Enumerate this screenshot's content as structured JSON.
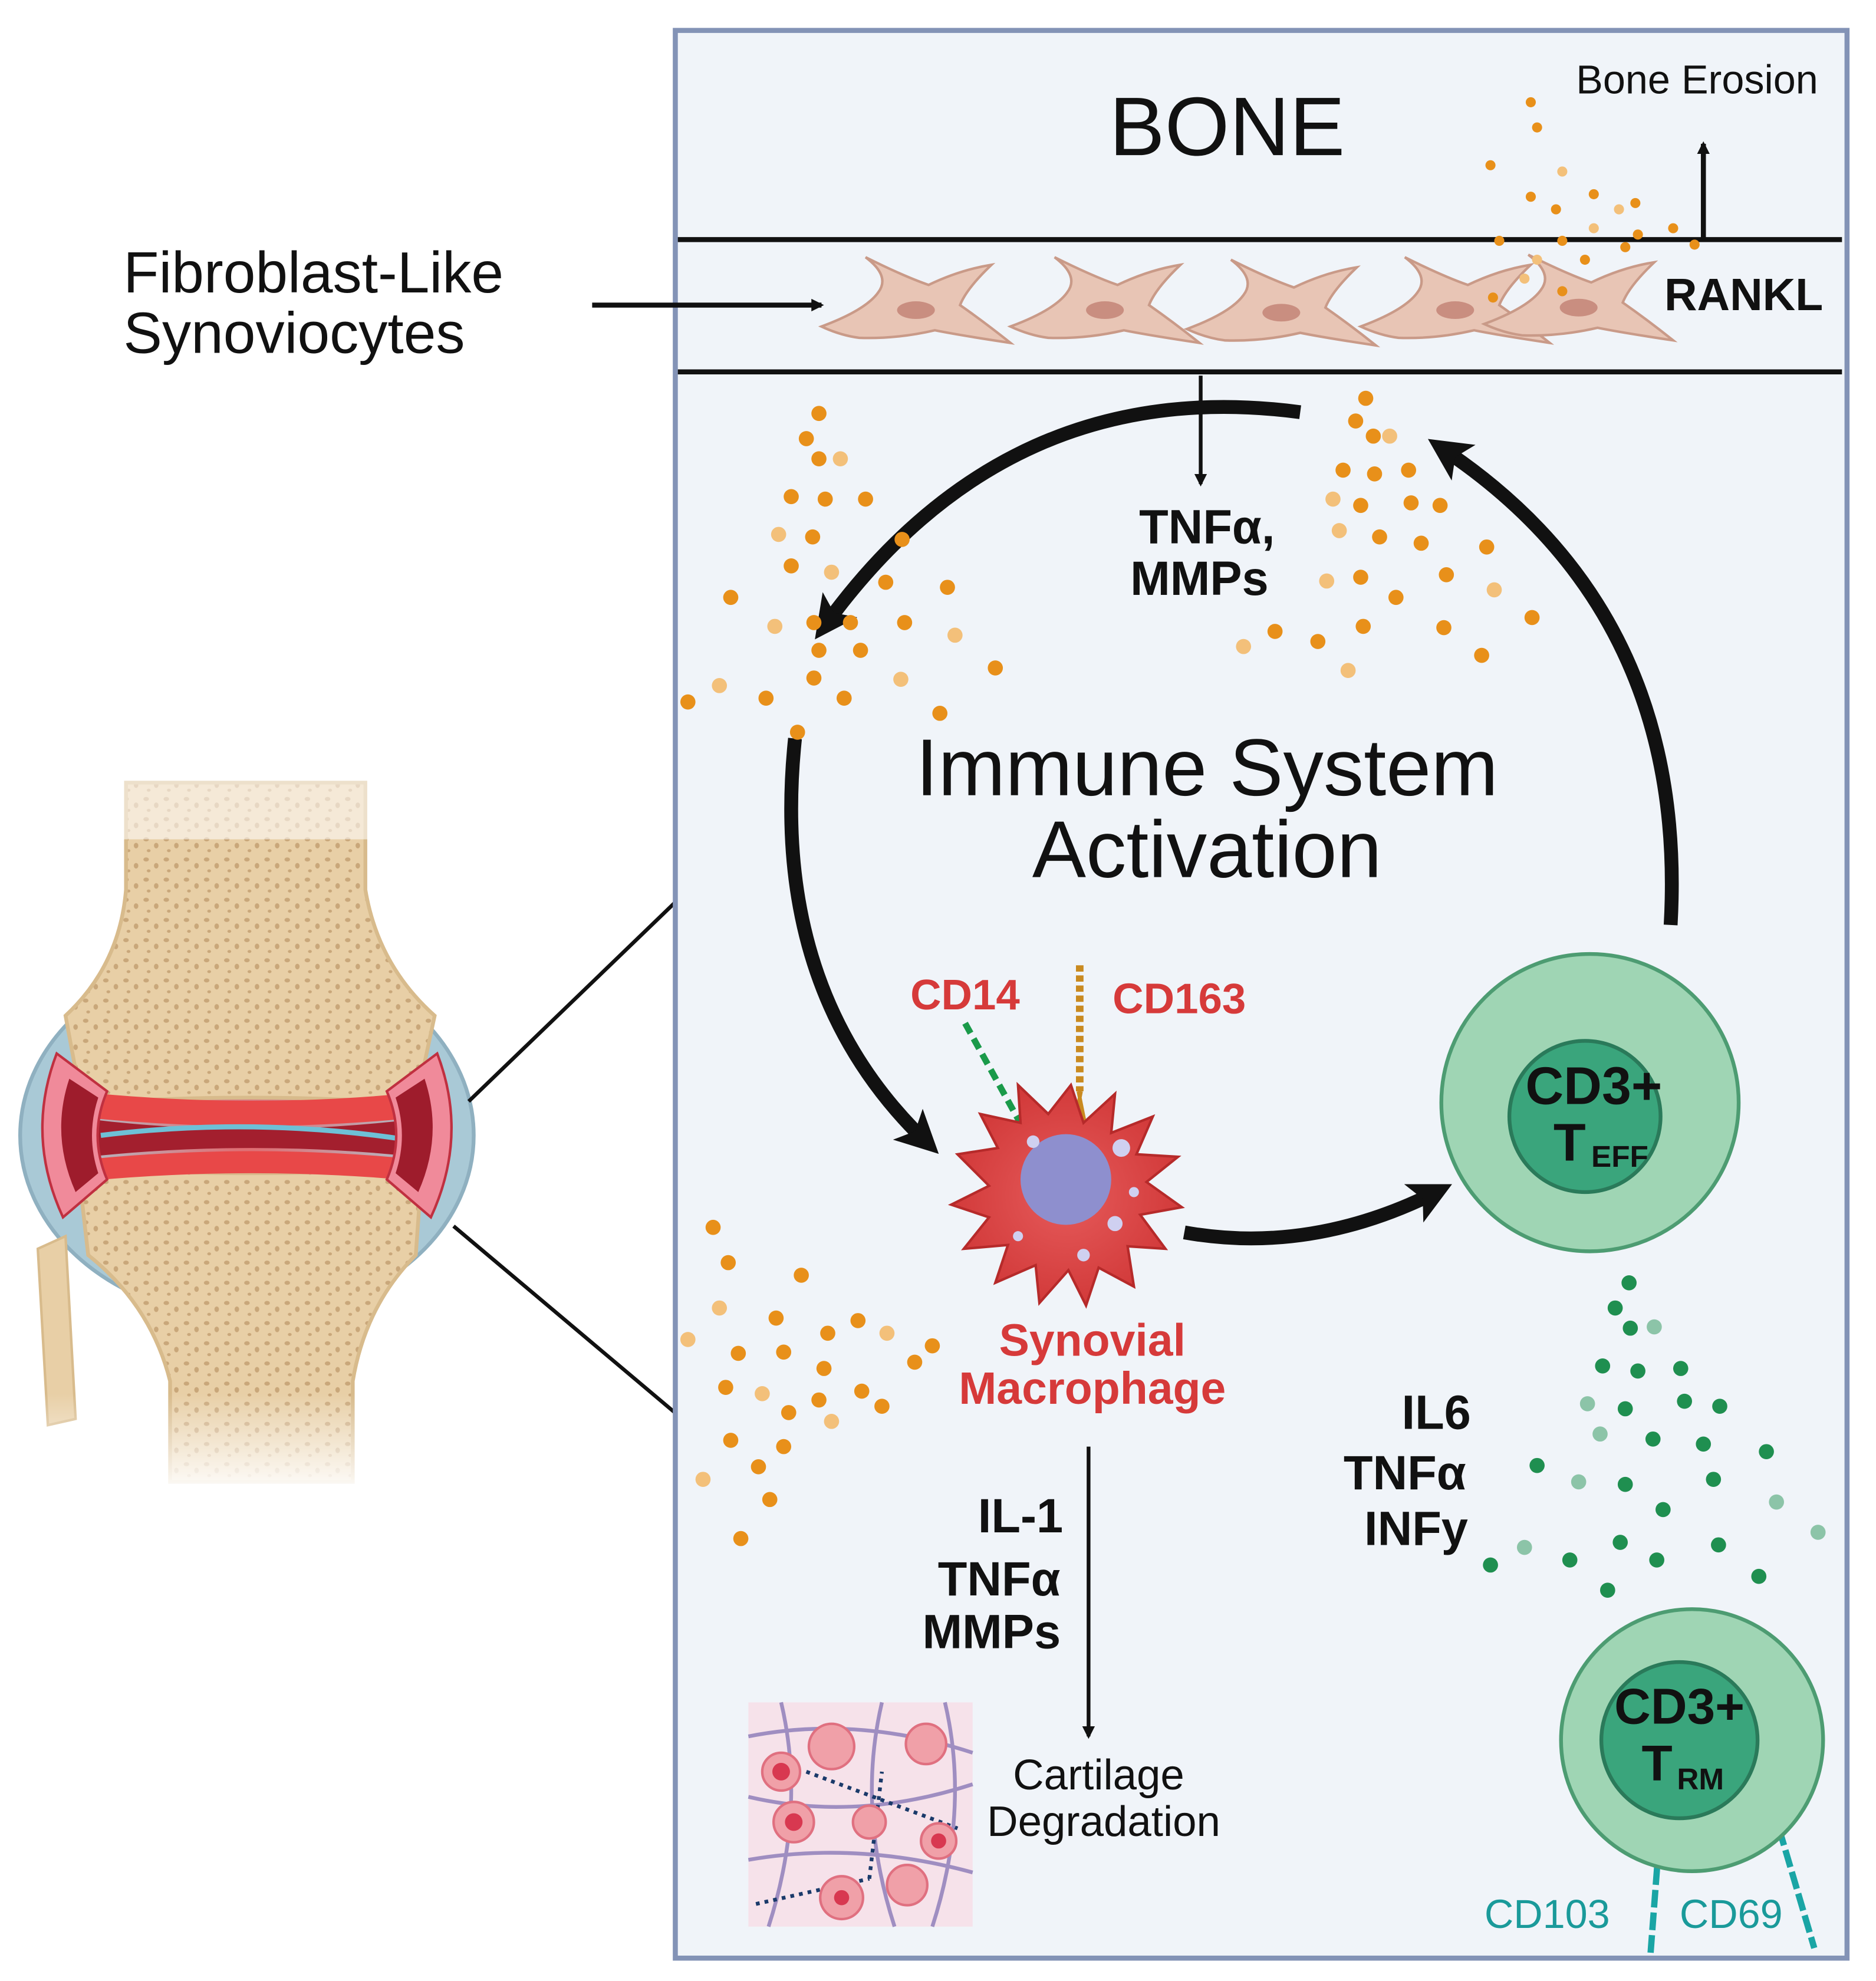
{
  "labels": {
    "bone": "BONE",
    "bone_erosion": "Bone Erosion",
    "fls_line1": "Fibroblast-Like",
    "fls_line2": "Synoviocytes",
    "rankl": "RANKL",
    "fls_secretion_line1": "TNFα,",
    "fls_secretion_line2": "MMPs",
    "center_line1": "Immune System",
    "center_line2": "Activation",
    "cd14": "CD14",
    "cd163": "CD163",
    "macrophage_line1": "Synovial",
    "macrophage_line2": "Macrophage",
    "teff_line1": "CD3+",
    "teff_T": "T",
    "teff_sub": "EFF",
    "trm_line1": "CD3+",
    "trm_T": "T",
    "trm_sub": "RM",
    "tcell_secretion": [
      "IL6",
      "TNFα",
      "INFy"
    ],
    "macrophage_secretion": [
      "IL-1",
      "TNFα",
      "MMPs"
    ],
    "cartilage_line1": "Cartilage",
    "cartilage_line2": "Degradation",
    "cd103": "CD103",
    "cd69": "CD69"
  },
  "colors": {
    "panel_fill": "#f0f4f9",
    "panel_border": "#8393b6",
    "arrow": "#111111",
    "macrophage_label": "#d63a3a",
    "marker_label_teal": "#1a9a9a",
    "cytokine_orange": "#e8901a",
    "cytokine_green": "#1f8f50",
    "tcell_outer": "#9fd5b4",
    "tcell_inner": "#3aa57c",
    "fibroblast": "#e8c5b5",
    "bone": "#e8cfa6",
    "inflammation": "#e84848"
  },
  "icons": [
    "knee-joint-icon",
    "fibroblast-icon",
    "macrophage-icon",
    "t-cell-icon",
    "cartilage-tissue-icon",
    "cytokine-dot-icon"
  ]
}
